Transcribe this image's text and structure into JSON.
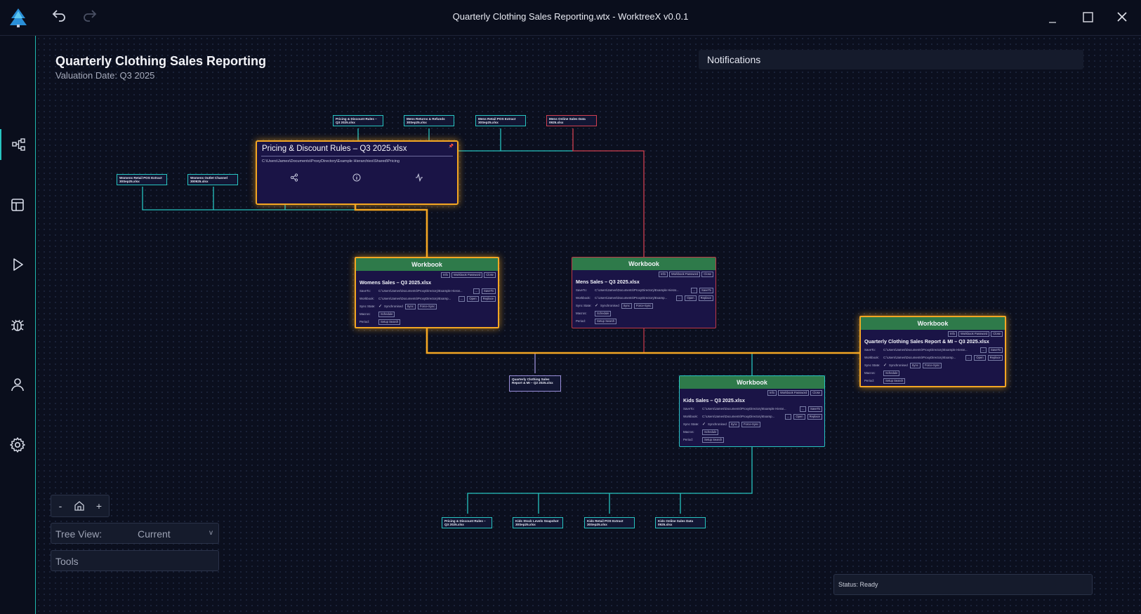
{
  "window": {
    "title": "Quarterly Clothing Sales Reporting.wtx - WorktreeX v0.0.1",
    "controls": [
      "minimize-icon",
      "maximize-icon",
      "close-icon"
    ]
  },
  "toolbar": {
    "undo_icon": "undo-icon",
    "redo_icon": "redo-icon"
  },
  "sidebar": {
    "items": [
      {
        "name": "tree-icon",
        "active": true
      },
      {
        "name": "table-icon",
        "active": false
      },
      {
        "name": "play-icon",
        "active": false
      },
      {
        "name": "bug-icon",
        "active": false
      },
      {
        "name": "user-icon",
        "active": false
      },
      {
        "name": "gear-icon",
        "active": false
      }
    ]
  },
  "header": {
    "title": "Quarterly Clothing Sales Reporting",
    "subtitle": "Valuation Date: Q3 2025"
  },
  "notifications": {
    "label": "Notifications"
  },
  "focus_node": {
    "title": "Pricing & Discount Rules – Q3 2025.xlsx",
    "path": "C:\\Users\\James\\Documents\\ProxyDirectory\\Example Hierarchies\\Shared\\Pricing",
    "icons": [
      "share-icon",
      "info-icon",
      "activity-icon"
    ]
  },
  "sources": {
    "top": [
      {
        "label": "Pricing & Discount Rules – Q3 2025.xlsx",
        "accent": "#27c4c0"
      },
      {
        "label": "Mens Returns & Refunds 30Sep25.xlsx",
        "accent": "#27c4c0"
      },
      {
        "label": "Mens Retail POS Extract 30Sep25.xlsx",
        "accent": "#27c4c0"
      },
      {
        "label": "Mens Online Sales Data 0925.xlsx",
        "accent": "#d04050"
      }
    ],
    "left": [
      {
        "label": "Womens Retail POS Extract 30Sep25.xlsx"
      },
      {
        "label": "Womens Outlet Channel 300925.xlsx"
      }
    ],
    "middle": {
      "label": "Quarterly Clothing Sales Report & MI – Q2 2025.xlsx"
    },
    "bottom": [
      {
        "label": "Pricing & Discount Rules – Q3 2025.xlsx"
      },
      {
        "label": "Kids Stock Levels Snapshot 30Sep25.xlsx"
      },
      {
        "label": "Kids Retail POS Extract 30Sep25.xlsx"
      },
      {
        "label": "Kids Online Sales Data 0925.xlsx"
      }
    ]
  },
  "workbook_common": {
    "header": "Workbook",
    "buttons": [
      "Info",
      "Workbook Password",
      "Close"
    ],
    "save_to_label": "SaveTo:",
    "workbook_label": "Workbook:",
    "sync_label": "Sync State:",
    "sync_value": "Synchronised",
    "sync_buttons": [
      "Sync",
      "Force-Sync"
    ],
    "macros_label": "Macros:",
    "macros_button": "Schedule",
    "period_label": "Period:",
    "period_button": "Setup Search",
    "save_button": "SaveTo",
    "open_button": "Open",
    "replace_button": "Replace",
    "ellipsis": "..."
  },
  "workbooks": [
    {
      "name": "Womens Sales – Q3 2025.xlsx",
      "save_to": "C:\\Users\\James\\Documents\\ProxyDirectory\\Example Hierar...",
      "workbook": "C:\\Users\\James\\Documents\\ProxyDirectory\\Examp...",
      "accent": "#f3a623"
    },
    {
      "name": "Mens Sales – Q3 2025.xlsx",
      "save_to": "C:\\Users\\James\\Documents\\ProxyDirectory\\Example Hierar...",
      "workbook": "C:\\Users\\James\\Documents\\ProxyDirectory\\Examp...",
      "accent": "#c03848"
    },
    {
      "name": "Quarterly Clothing Sales Report & MI – Q3 2025.xlsx",
      "save_to": "C:\\Users\\James\\Documents\\ProxyDirectory\\Example Hierar...",
      "workbook": "C:\\Users\\James\\Documents\\ProxyDirectory\\Examp...",
      "accent": "#f3a623"
    },
    {
      "name": "Kids Sales – Q3 2025.xlsx",
      "save_to": "C:\\Users\\James\\Documents\\ProxyDirectory\\Example Hierar...",
      "workbook": "C:\\Users\\James\\Documents\\ProxyDirectory\\Examp...",
      "accent": "#27c4c0"
    }
  ],
  "zoom": {
    "minus": "-",
    "plus": "+",
    "home_icon": "home-icon"
  },
  "tree_view": {
    "label": "Tree View:",
    "value": "Current"
  },
  "tools": {
    "label": "Tools"
  },
  "status": {
    "text": "Status: Ready"
  },
  "colors": {
    "accent_teal": "#27c4c0",
    "accent_orange": "#f3a623",
    "accent_red": "#c03848",
    "workbook_header": "#2e7a4a",
    "node_bg": "#1a1446"
  }
}
